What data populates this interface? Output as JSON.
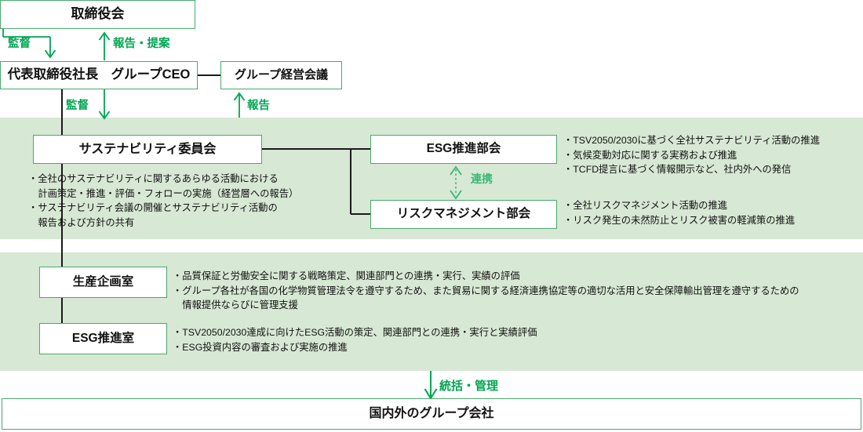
{
  "diagram": {
    "title": "Sustainability Governance Structure",
    "colors": {
      "panel_bg": "#d7e8d4",
      "box_border": "#4aa96c",
      "arrow_green": "#00a651",
      "link_line": "#222222",
      "text": "#111111"
    }
  },
  "boxes": {
    "board": "取締役会",
    "ceo": "代表取締役社長　グループCEO",
    "mgmt_meeting": "グループ経営会議",
    "sustainability_committee": "サステナビリティ委員会",
    "esg_subcommittee": "ESG推進部会",
    "risk_subcommittee": "リスクマネジメント部会",
    "production_planning_office": "生産企画室",
    "esg_promotion_office": "ESG推進室",
    "group_companies": "国内外のグループ会社"
  },
  "arrow_labels": {
    "supervise_board_to_ceo": "監督",
    "report_ceo_to_board": "報告・提案",
    "supervise_ceo_down": "監督",
    "report_to_mgmt_meeting": "報告",
    "collaboration": "連携",
    "govern_manage": "統括・管理"
  },
  "descriptions": {
    "sustainability_committee": "・全社のサステナビリティに関するあらゆる活動における\n　計画策定・推進・評価・フォローの実施（経営層への報告）\n・サステナビリティ会議の開催とサステナビリティ活動の\n　報告および方針の共有",
    "esg_subcommittee": "・TSV2050/2030に基づく全社サステナビリティ活動の推進\n・気候変動対応に関する実務および推進\n・TCFD提言に基づく情報開示など、社内外への発信",
    "risk_subcommittee": "・全社リスクマネジメント活動の推進\n・リスク発生の未然防止とリスク被害の軽減策の推進",
    "production_planning_office": "・品質保証と労働安全に関する戦略策定、関連部門との連携・実行、実績の評価\n・グループ各社が各国の化学物質管理法令を遵守するため、また貿易に関する経済連携協定等の適切な活用と安全保障輸出管理を遵守するための\n　情報提供ならびに管理支援",
    "esg_promotion_office": "・TSV2050/2030達成に向けたESG活動の策定、関連部門との連携・実行と実績評価\n・ESG投資内容の審査および実施の推進"
  }
}
